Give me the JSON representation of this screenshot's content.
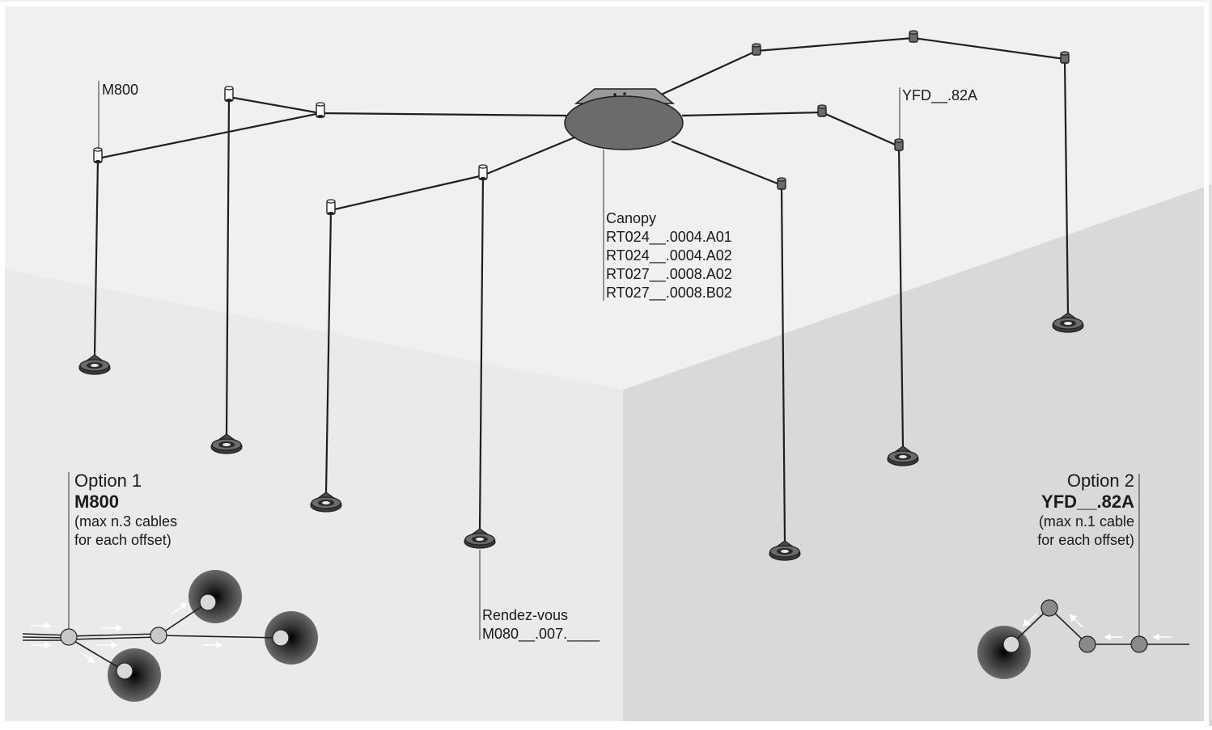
{
  "labels": {
    "m800_top": "M800",
    "yfd_top": "YFD__.82A",
    "canopy": {
      "title": "Canopy",
      "codes": [
        "RT024__.0004.A01",
        "RT024__.0004.A02",
        "RT027__.0008.A02",
        "RT027__.0008.B02"
      ]
    },
    "rendezvous": {
      "title": "Rendez-vous",
      "code": "M080__.007.____"
    }
  },
  "option1": {
    "title": "Option 1",
    "product": "M800",
    "note_line1": "(max n.3 cables",
    "note_line2": "for each offset)"
  },
  "option2": {
    "title": "Option 2",
    "product": "YFD__.82A",
    "note_line1": "(max n.1 cable",
    "note_line2": "for each offset)"
  },
  "colors": {
    "ceiling": "#f0f0ef",
    "wall_left": "#eaeaea",
    "wall_right": "#d9d9d9",
    "canopy": "#6b6b6b",
    "cable": "#1f1f1f",
    "node": "#c8c8c8"
  }
}
